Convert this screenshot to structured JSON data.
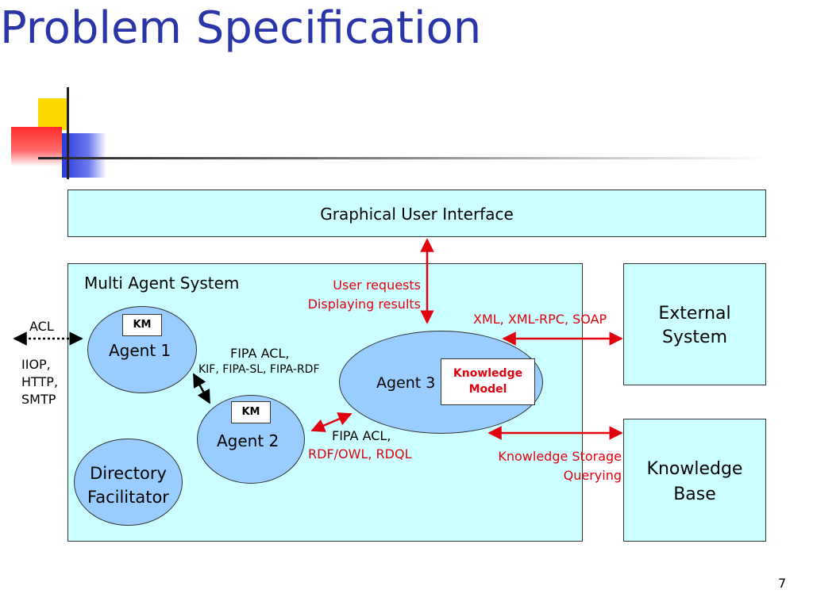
{
  "slide": {
    "title": "Problem Specification",
    "page_number": "7"
  },
  "gui": {
    "label": "Graphical User Interface"
  },
  "mas": {
    "label": "Multi Agent System"
  },
  "external_system": {
    "line1": "External",
    "line2": "System"
  },
  "knowledge_base": {
    "line1": "Knowledge",
    "line2": "Base"
  },
  "agents": {
    "agent1": {
      "label": "Agent 1",
      "km": "KM"
    },
    "agent2": {
      "label": "Agent 2",
      "km": "KM"
    },
    "agent3": {
      "label": "Agent 3",
      "km_line1": "Knowledge",
      "km_line2": "Model"
    },
    "directory": {
      "line1": "Directory",
      "line2": "Facilitator"
    }
  },
  "annotations": {
    "user_requests": "User requests",
    "displaying_results": "Displaying results",
    "xml_protocols": "XML, XML-RPC, SOAP",
    "fipa_acl_1": "FIPA ACL,",
    "fipa_langs": "KIF, FIPA-SL, FIPA-RDF",
    "fipa_acl_2": "FIPA ACL,",
    "rdf_langs": "RDF/OWL, RDQL",
    "ks_storage": "Knowledge Storage",
    "ks_querying": "Querying",
    "acl": "ACL",
    "iiop": "IIOP,",
    "http": "HTTP,",
    "smtp": "SMTP"
  },
  "colors": {
    "title": "#2b35a8",
    "box_fill": "#ccffff",
    "agent_fill": "#99ccff",
    "arrow_red": "#e0000e"
  }
}
